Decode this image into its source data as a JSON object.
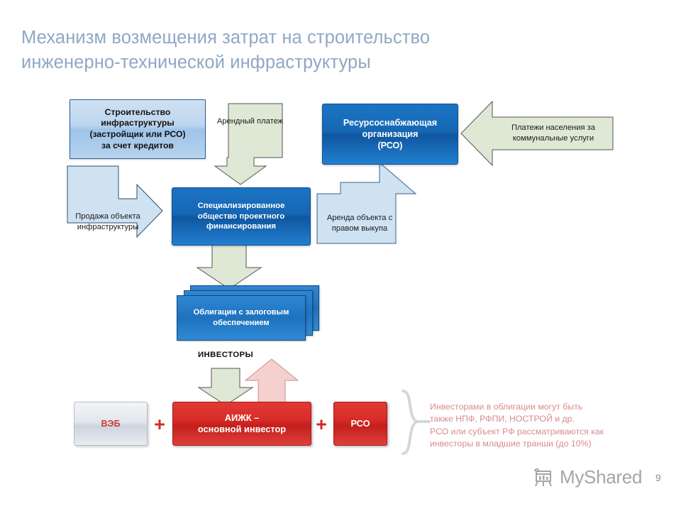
{
  "slide": {
    "title": "Механизм возмещения затрат на строительство\nинженерно-технической инфраструктуры",
    "page_number": "9",
    "watermark": "MyShared",
    "watermark_icon": "projector-chart-icon",
    "accent_blue": "#1667b4",
    "accent_red": "#d92c28",
    "title_color": "#8fa8c4",
    "note_color": "#d98b8b"
  },
  "boxes": {
    "construction": "Строительство\nинфраструктуры\n(застройщик или РСО)\nза счет кредитов",
    "rso_top": "Ресурсоснабжающая\nорганизация\n(РСО)",
    "sopf": "Специализированное\nобщество проектного\nфинансирования",
    "bonds": "Облигации с залоговым\nобеспечением",
    "investors_label": "ИНВЕСТОРЫ",
    "veb": "ВЭБ",
    "aizhk": "АИЖК –\nосновной инвестор",
    "rso_bottom": "РСО",
    "plus_1": "+",
    "plus_2": "+"
  },
  "arrows": {
    "rent_payment": "Арендный платеж",
    "population_payments": "Платежи населения\nза коммунальные\nуслуги",
    "infrastructure_sale": "Продажа объекта\nинфраструктуры",
    "lease_with_buyout": "Аренда объекта\nс правом выкупа"
  },
  "note": {
    "text": "Инвесторами в облигации могут быть\nтакже НПФ, РФПИ, НОСТРОЙ и др.\nРСО или субъект РФ рассматриваются как\nинвесторы в младшие транши (до 10%)"
  }
}
